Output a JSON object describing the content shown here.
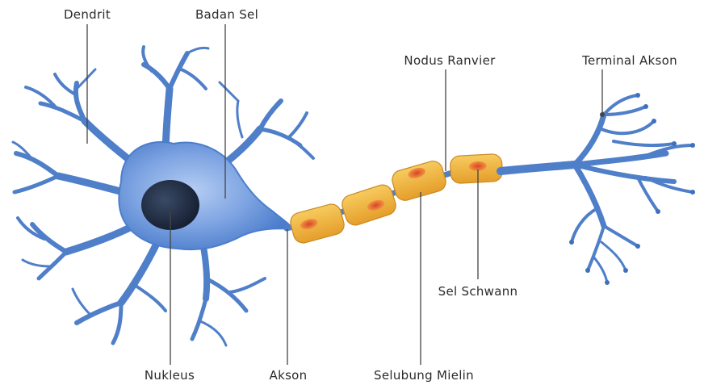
{
  "diagram": {
    "labels": {
      "dendrit": "Dendrit",
      "badan_sel": "Badan Sel",
      "nodus_ranvier": "Nodus Ranvier",
      "terminal_akson": "Terminal Akson",
      "sel_schwann": "Sel Schwann",
      "nukleus": "Nukleus",
      "akson": "Akson",
      "selubung_mielin": "Selubung Mielin"
    },
    "colors": {
      "cell_body": "#4f80cf",
      "cell_body_light": "#9dbdf0",
      "nucleus": "#1f2c44",
      "myelin": "#f2b53c",
      "myelin_nucleus": "#e0622a",
      "leader_line": "#444444"
    }
  }
}
